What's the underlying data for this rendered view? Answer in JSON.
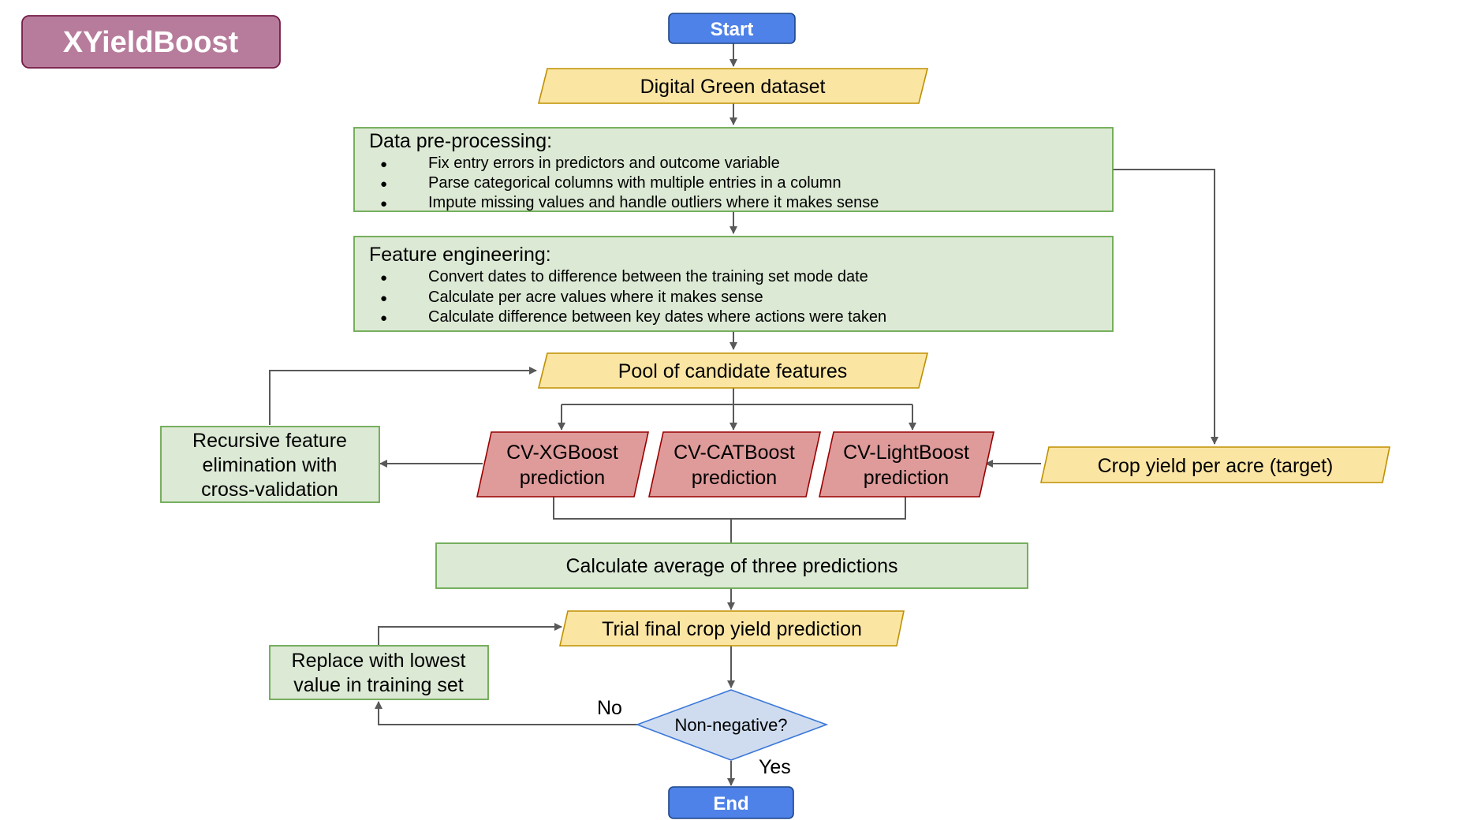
{
  "title": "XYieldBoost",
  "nodes": {
    "start": "Start",
    "dataset": "Digital Green dataset",
    "preprocessing": {
      "heading": "Data pre-processing:",
      "bullets": [
        "Fix entry errors in predictors and outcome variable",
        "Parse categorical columns with multiple entries in a column",
        "Impute missing values and handle outliers where it makes sense"
      ]
    },
    "feature_engineering": {
      "heading": "Feature engineering:",
      "bullets": [
        "Convert dates to difference between the training set mode date",
        "Calculate per acre values where it makes sense",
        "Calculate difference between key dates where actions were taken"
      ]
    },
    "pool": "Pool of candidate features",
    "rfe": [
      "Recursive feature",
      "elimination with",
      "cross-validation"
    ],
    "xgboost": [
      "CV-XGBoost",
      "prediction"
    ],
    "catboost": [
      "CV-CATBoost",
      "prediction"
    ],
    "lightboost": [
      "CV-LightBoost",
      "prediction"
    ],
    "target": "Crop yield per acre (target)",
    "average": "Calculate average of three predictions",
    "trial": "Trial final crop yield prediction",
    "replace": [
      "Replace with lowest",
      "value in training set"
    ],
    "decision": "Non-negative?",
    "no_label": "No",
    "yes_label": "Yes",
    "end": "End"
  },
  "bullet_glyph": "●"
}
